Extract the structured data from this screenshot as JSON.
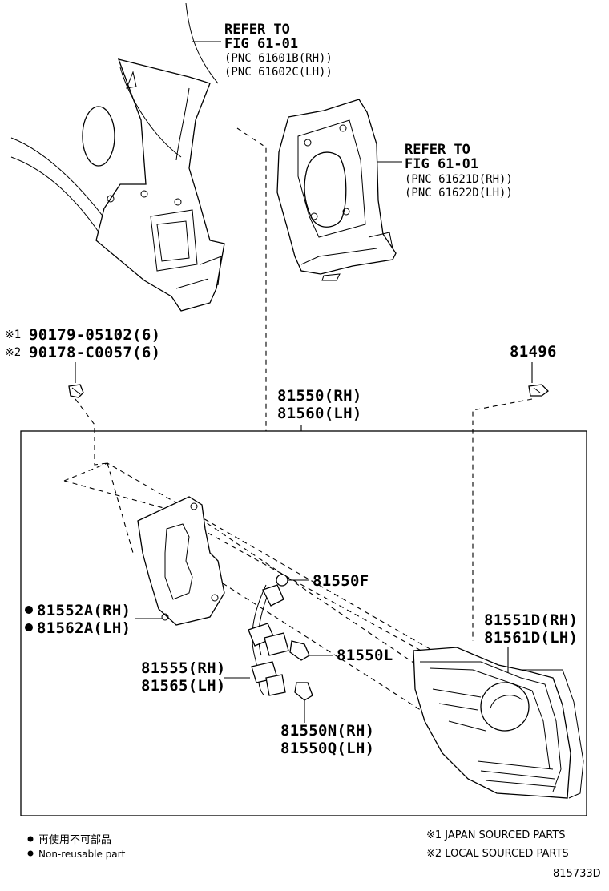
{
  "labels": {
    "ref_upper_left": {
      "line1": "REFER TO",
      "line2": "FIG 61-01",
      "line3": "(PNC 61601B(RH))",
      "line4": "(PNC 61602C(LH))"
    },
    "ref_upper_right": {
      "line1": "REFER TO",
      "line2": "FIG 61-01",
      "line3": "(PNC 61621D(RH))",
      "line4": "(PNC 61622D(LH))"
    },
    "screw": {
      "mark1": "※1",
      "line1": "90179-05102(6)",
      "mark2": "※2",
      "line2": "90178-C0057(6)"
    },
    "clip": "81496",
    "assembly": {
      "line1": "81550(RH)",
      "line2": "81560(LH)"
    },
    "gasket": {
      "line1": "81552A(RH)",
      "line2": "81562A(LH)"
    },
    "socket_small": "81550F",
    "bulb_l": "81550L",
    "harness": {
      "line1": "81555(RH)",
      "line2": "81565(LH)"
    },
    "bulb_n": {
      "line1": "81550N(RH)",
      "line2": "81550Q(LH)"
    },
    "lens": {
      "line1": "81551D(RH)",
      "line2": "81561D(LH)"
    }
  },
  "legend": {
    "nonreusable_jp": "再使用不可部品",
    "nonreusable_en": "Non-reusable part",
    "japan": "※1 JAPAN SOURCED PARTS",
    "local": "※2 LOCAL SOURCED PARTS"
  },
  "figure_id": "815733D"
}
